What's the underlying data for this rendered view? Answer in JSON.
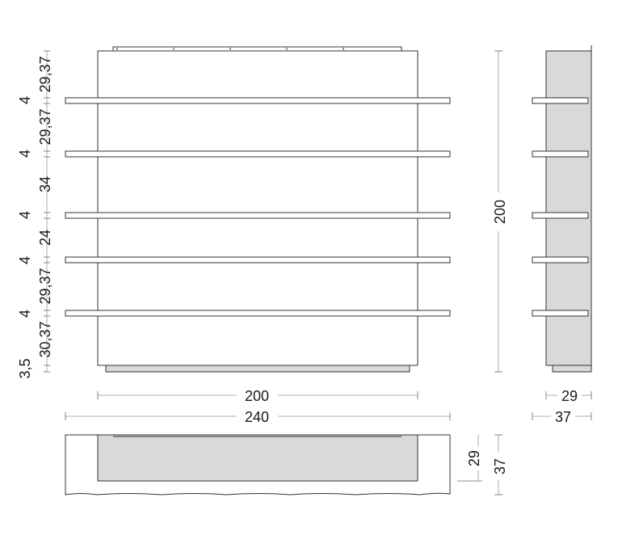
{
  "front_view": {
    "left_dims": [
      "29,37",
      "29,37",
      "34",
      "24",
      "29,37",
      "30,37",
      "3,5"
    ],
    "shelf_thickness_labels": [
      "4",
      "4",
      "4",
      "4",
      "4"
    ]
  },
  "dims": {
    "height_total": "200",
    "width_inner": "200",
    "width_overall": "240",
    "side_depth_inner": "29",
    "side_depth_overall": "37",
    "plan_depth_inner": "29",
    "plan_depth_overall": "37"
  }
}
